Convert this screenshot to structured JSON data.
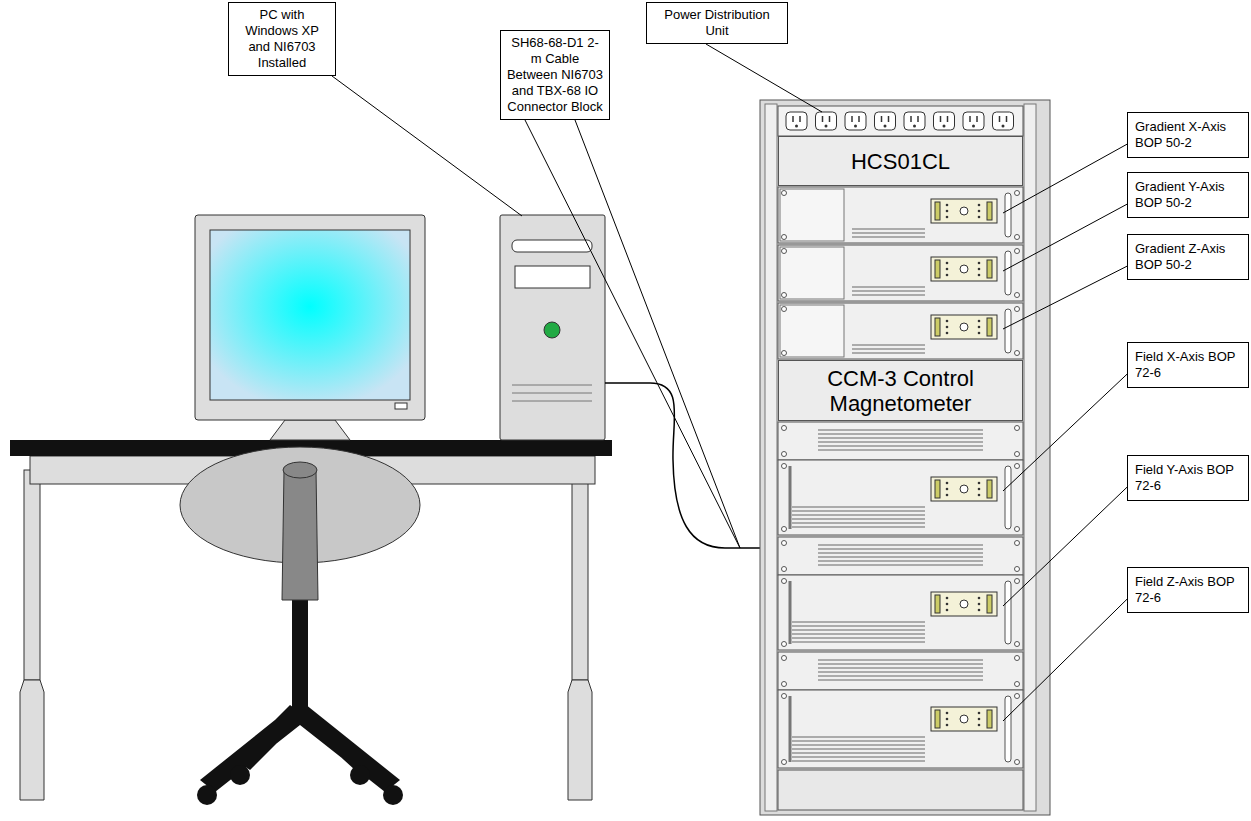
{
  "diagram": {
    "nodes": [
      {
        "text": [
          "PC with Windows XP and NI6703 Installed"
        ]
      },
      {
        "text": [
          "SH68-68-D1 2-m Cable Between NI6703 and TBX-68 IO Connector Block"
        ]
      },
      {
        "text": [
          "Power Distribution Unit"
        ]
      },
      {
        "text": [
          "HCS01CL"
        ]
      },
      {
        "text": [
          "Gradient X-Axis BOP 50-2"
        ]
      },
      {
        "text": [
          "Gradient Y-Axis BOP 50-2"
        ]
      },
      {
        "text": [
          "Gradient Z-Axis BOP 50-2"
        ]
      },
      {
        "text": [
          "CCM-3 Control Magnetometer"
        ]
      },
      {
        "text": [
          "Field X-Axis BOP 72-6"
        ]
      },
      {
        "text": [
          "Field Y-Axis BOP 72-6"
        ]
      },
      {
        "text": [
          "Field Z-Axis BOP 72-6"
        ]
      }
    ]
  }
}
